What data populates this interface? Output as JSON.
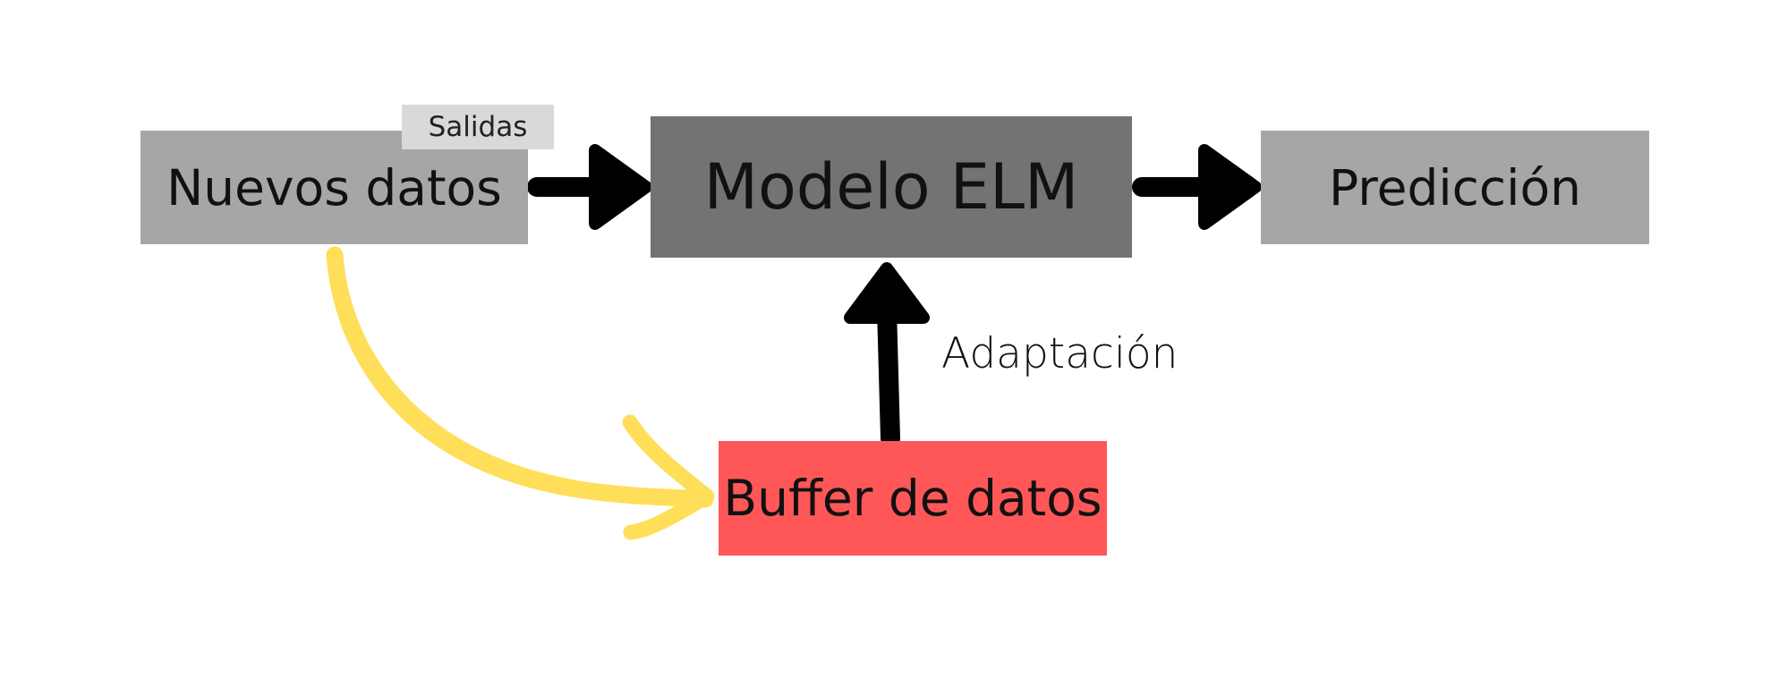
{
  "diagram": {
    "nodes": {
      "nuevos_datos": {
        "label": "Nuevos datos",
        "color": "#a6a6a6"
      },
      "modelo_elm": {
        "label": "Modelo ELM",
        "color": "#737373"
      },
      "prediccion": {
        "label": "Predicción",
        "color": "#a6a6a6"
      },
      "buffer_datos": {
        "label": "Buffer de datos",
        "color": "#ff5757"
      }
    },
    "tag": {
      "label": "Salidas",
      "color": "#d9d9d9"
    },
    "edge_label": "Adaptación",
    "edges": [
      {
        "from": "nuevos_datos",
        "to": "modelo_elm",
        "color": "#000000"
      },
      {
        "from": "modelo_elm",
        "to": "prediccion",
        "color": "#000000"
      },
      {
        "from": "buffer_datos",
        "to": "modelo_elm",
        "label": "Adaptación",
        "color": "#000000"
      },
      {
        "from": "nuevos_datos",
        "to": "buffer_datos",
        "color": "#ffde59"
      }
    ]
  }
}
